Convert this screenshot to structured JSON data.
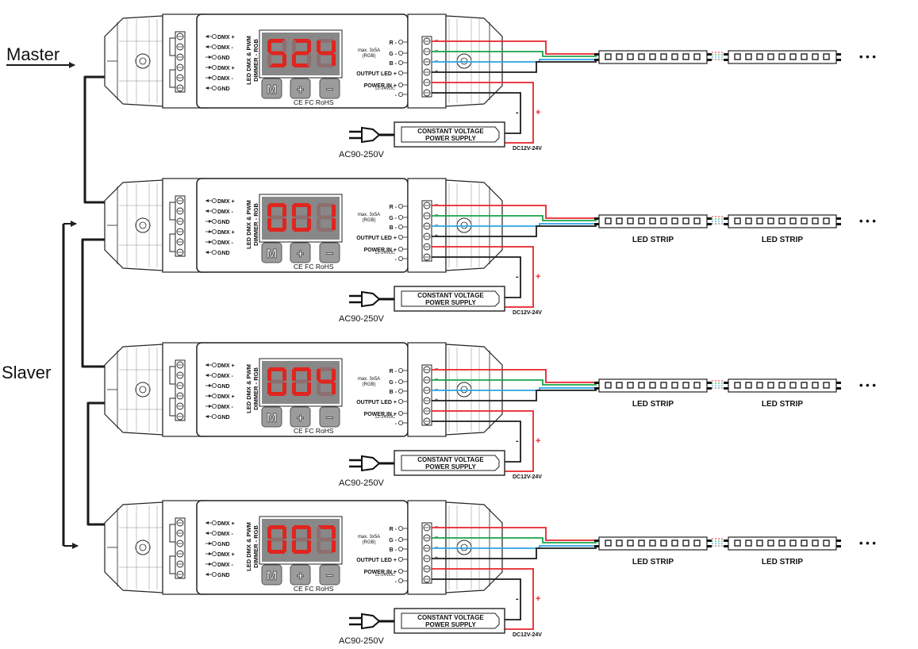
{
  "labels": {
    "master": "Master",
    "slaver": "Slaver"
  },
  "controller": {
    "model_line1": "LED DMX & PWM",
    "model_line2": "DIMMER - RGB",
    "certifications": "CE FC RoHS",
    "rating_line1": "max. 3x5A",
    "rating_line2": "(RGB)",
    "input_terminals": [
      "DMX +",
      "DMX -",
      "GND",
      "DMX +",
      "DMX -",
      "GND"
    ],
    "output_terminals": [
      "R -",
      "G -",
      "B -",
      "OUTPUT LED +",
      "POWER IN +",
      "-"
    ],
    "power_voltage": "12-24VDC",
    "buttons": [
      "M",
      "+",
      "−"
    ],
    "block_polarity": [
      "−",
      "−",
      "−",
      "+"
    ]
  },
  "units": [
    {
      "role": "master",
      "display": "524",
      "strip_labels": false
    },
    {
      "role": "slaver",
      "display": "001",
      "strip_labels": true
    },
    {
      "role": "slaver",
      "display": "004",
      "strip_labels": true
    },
    {
      "role": "slaver",
      "display": "007",
      "strip_labels": true
    }
  ],
  "power_supply": {
    "line1": "CONSTANT VOLTAGE",
    "line2": "POWER SUPPLY",
    "ac_input": "AC90-250V",
    "dc_output": "DC12V-24V",
    "minus": "-",
    "plus": "+"
  },
  "led_strip": {
    "label": "LED STRIP",
    "continuation": "• • •"
  },
  "colors": {
    "line": "#222222",
    "red": "#e8232a",
    "green": "#17a44a",
    "blue": "#2aa3e6",
    "display_bg": "#888888",
    "segment_on": "#e0251f",
    "segment_off": "#8e6f70",
    "button_bg": "#9c9c9c"
  }
}
